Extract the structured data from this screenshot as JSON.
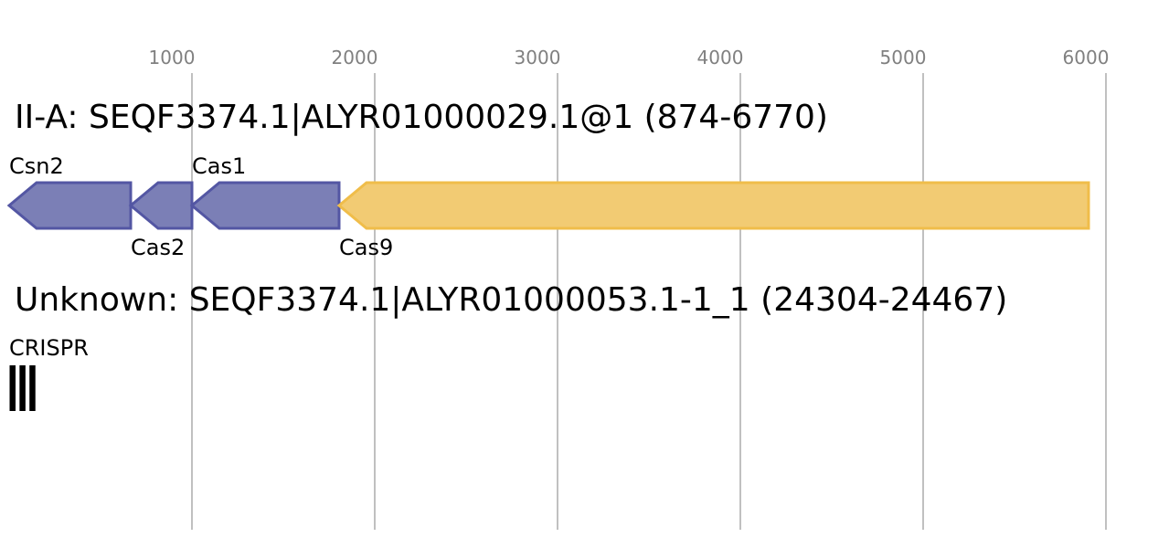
{
  "axis": {
    "ticks": [
      1000,
      2000,
      3000,
      4000,
      5000,
      6000
    ],
    "tick_labels": [
      "1000",
      "2000",
      "3000",
      "4000",
      "5000",
      "6000"
    ],
    "gridline_color": "#c0c0c0",
    "label_color": "#808080"
  },
  "loci": [
    {
      "title": "II-A: SEQF3374.1|ALYR01000029.1@1 (874-6770)",
      "genes": [
        {
          "name": "Csn2",
          "start": 0,
          "end": 665,
          "strand": "-",
          "color": "#7b7fb6",
          "stroke": "#5356a3",
          "label_pos": "above"
        },
        {
          "name": "Cas2",
          "start": 665,
          "end": 1000,
          "strand": "-",
          "color": "#7b7fb6",
          "stroke": "#5356a3",
          "label_pos": "below"
        },
        {
          "name": "Cas1",
          "start": 1000,
          "end": 1805,
          "strand": "-",
          "color": "#7b7fb6",
          "stroke": "#5356a3",
          "label_pos": "above"
        },
        {
          "name": "Cas9",
          "start": 1805,
          "end": 5905,
          "strand": "-",
          "color": "#f2cb73",
          "stroke": "#f0bd4a",
          "label_pos": "below"
        }
      ]
    },
    {
      "title": "Unknown: SEQF3374.1|ALYR01000053.1-1_1 (24304-24467)",
      "crispr": {
        "label": "CRISPR",
        "start": 0,
        "end": 163,
        "repeats": 3,
        "color": "#000000"
      }
    }
  ]
}
